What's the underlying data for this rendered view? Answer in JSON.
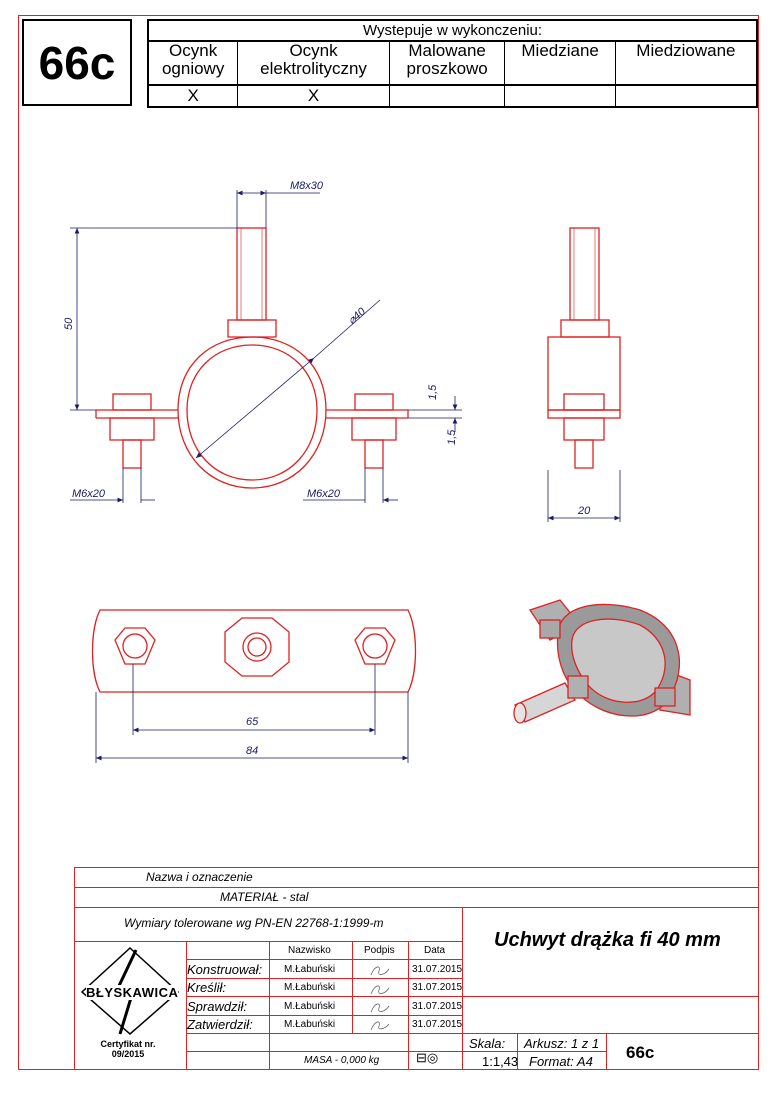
{
  "sheet_code": "66c",
  "finish_table": {
    "title": "Wystepuje w wykonczeniu:",
    "columns": [
      {
        "label_line1": "Ocynk",
        "label_line2": "ogniowy",
        "mark": "X"
      },
      {
        "label_line1": "Ocynk",
        "label_line2": "elektrolityczny",
        "mark": "X"
      },
      {
        "label_line1": "Malowane",
        "label_line2": "proszkowo",
        "mark": ""
      },
      {
        "label_line1": "Miedziane",
        "label_line2": "",
        "mark": ""
      },
      {
        "label_line1": "Miedziowane",
        "label_line2": "",
        "mark": ""
      }
    ]
  },
  "dimensions": {
    "bolt": "M8x30",
    "height": "50",
    "diameter": "⌀40",
    "thickness_top": "1,5",
    "thickness_bottom": "1,5",
    "screw_left": "M6x20",
    "screw_right": "M6x20",
    "width_side": "20",
    "hole_spacing": "65",
    "overall_length": "84"
  },
  "title_block": {
    "name_label": "Nazwa i oznaczenie",
    "material": "MATERIAŁ - stal",
    "tolerance": "Wymiary tolerowane wg PN-EN 22768-1:1999-m",
    "part_title": "Uchwyt drążka fi 40 mm",
    "col_surname": "Nazwisko",
    "col_signature": "Podpis",
    "col_date": "Data",
    "rows": [
      {
        "role": "Konstruował:",
        "name": "M.Łabuński",
        "date": "31.07.2015"
      },
      {
        "role": "Kreślił:",
        "name": "M.Łabuński",
        "date": "31.07.2015"
      },
      {
        "role": "Sprawdził:",
        "name": "M.Łabuński",
        "date": "31.07.2015"
      },
      {
        "role": "Zatwierdził:",
        "name": "M.Łabuński",
        "date": "31.07.2015"
      }
    ],
    "mass": "MASA - 0,000 kg",
    "scale_label": "Skala:",
    "scale_value": "1:1,43",
    "sheet_label": "Arkusz:  1 z 1",
    "format_label": "Format:   A4",
    "code": "66c",
    "logo_text": "BŁYSKAWICA",
    "cert_line1": "Certyfikat nr.",
    "cert_line2": "09/2015"
  },
  "colors": {
    "outline": "#dd2222",
    "dimension": "#1a1a66",
    "frame": "#000000"
  }
}
